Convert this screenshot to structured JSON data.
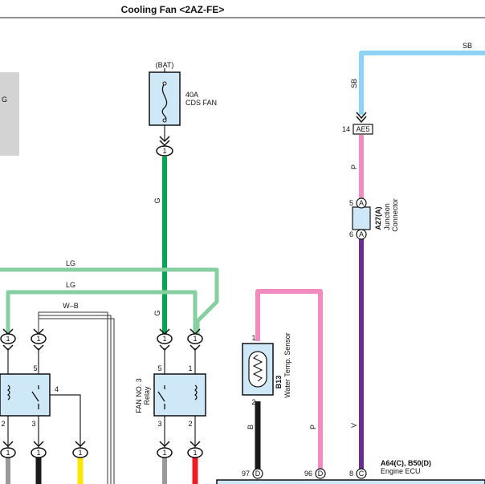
{
  "title": "Cooling Fan <2AZ-FE>",
  "fuse": {
    "supply": "(BAT)",
    "rating": "40A",
    "name": "CDS FAN"
  },
  "wires": {
    "g_top": "G",
    "g_lower": "G",
    "lg_top": "LG",
    "lg_mid": "LG",
    "wb": "W–B",
    "sb_top": "SB",
    "sb_vert": "SB",
    "p_upper": "P",
    "v": "V",
    "b": "B",
    "p_lower": "P"
  },
  "connector_ae5": {
    "pin": "14",
    "name": "AE5"
  },
  "junction": {
    "id": "A27(A)",
    "name_line1": "Junction",
    "name_line2": "Connector",
    "pin_top": "5",
    "pin_bottom": "6",
    "letter": "A"
  },
  "pins": {
    "p1": "1",
    "p2": "2",
    "p3": "3",
    "p4": "4",
    "p5": "5"
  },
  "relay": {
    "line1": "FAN NO. 3",
    "line2": "Relay"
  },
  "sensor": {
    "id": "B13",
    "name": "Water Temp.  Sensor",
    "pin_top": "1",
    "pin_bottom": "2"
  },
  "ecu": {
    "id": "A64(C), B50(D)",
    "name": "Engine ECU",
    "pins": [
      {
        "num": "97",
        "letter": "D"
      },
      {
        "num": "96",
        "letter": "D"
      },
      {
        "num": "8",
        "letter": "C"
      }
    ]
  },
  "colors": {
    "green": "#00a651",
    "light_green": "#86cfa0",
    "sky_blue": "#8fd3f4",
    "pink": "#f28cc0",
    "purple": "#6a2c91",
    "black": "#1a1a1a",
    "red": "#ed1c24",
    "yellow": "#ffe600",
    "component_fill": "#cfe8f7"
  }
}
